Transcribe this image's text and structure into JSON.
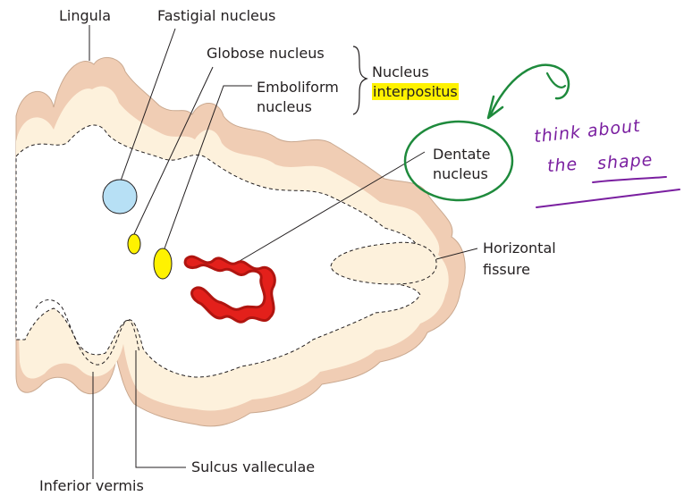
{
  "labels": {
    "lingula": "Lingula",
    "fastigial": "Fastigial nucleus",
    "globose": "Globose nucleus",
    "emboliform_1": "Emboliform",
    "emboliform_2": "nucleus",
    "nucleus_interpositus_1": "Nucleus",
    "nucleus_interpositus_2": "interpositus",
    "dentate_1": "Dentate",
    "dentate_2": "nucleus",
    "horizontal_1": "Horizontal",
    "horizontal_2": "fissure",
    "sulcus": "Sulcus valleculae",
    "inferior_vermis": "Inferior vermis"
  },
  "annotation": {
    "line1": "think about",
    "line2_a": "the",
    "line2_b": "shape"
  },
  "colors": {
    "cortex_fill": "#fdf1dc",
    "cortex_outer": "#f0cdb4",
    "fastigial": "#b7e0f5",
    "globose": "#fff200",
    "emboliform": "#fff200",
    "dentate": "#e3201b",
    "highlight": "#fff200",
    "green_ink": "#1e8a3c",
    "purple_ink": "#7a1fa0"
  }
}
